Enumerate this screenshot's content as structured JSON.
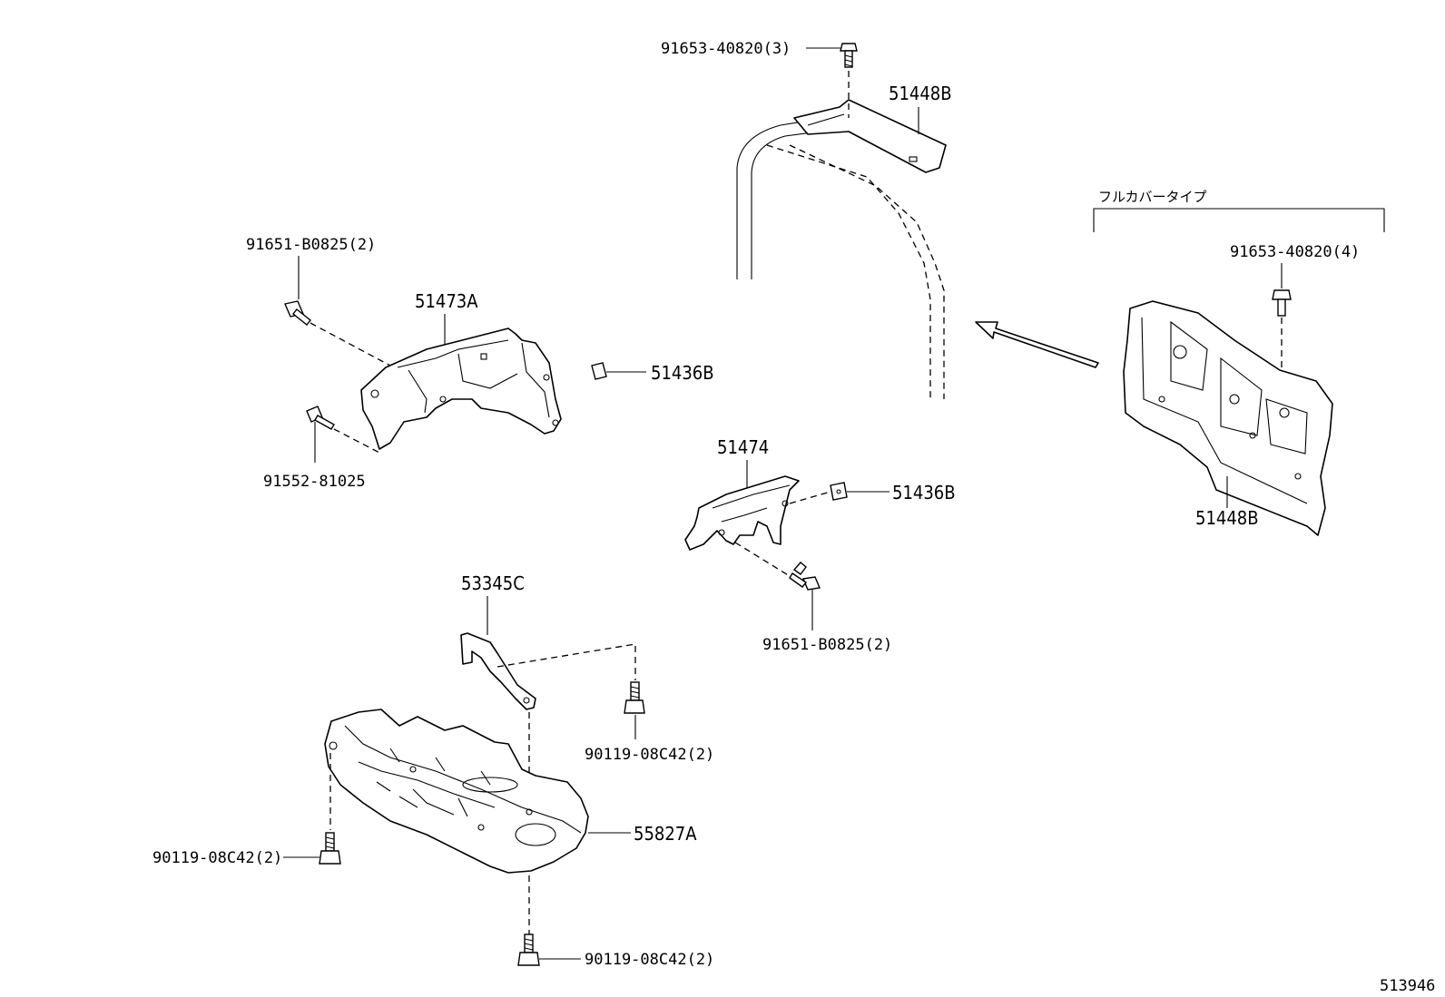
{
  "labels": {
    "bolt_top": "91653-40820(3)",
    "guard_top": "51448B",
    "full_cover_type": "フルカバータイプ",
    "bolt_right": "91653-40820(4)",
    "guard_right": "51448B",
    "bolt_left_top": "91651-B0825(2)",
    "guard_left": "51473A",
    "clip_left": "51436B",
    "bolt_left_bottom": "91552-81025",
    "guard_center": "51474",
    "clip_center": "51436B",
    "bolt_center": "91651-B0825(2)",
    "bracket": "53345C",
    "bolt_bracket": "90119-08C42(2)",
    "under_cover": "55827A",
    "bolt_cover_left": "90119-08C42(2)",
    "bolt_cover_bottom": "90119-08C42(2)",
    "diagram_number": "513946"
  }
}
